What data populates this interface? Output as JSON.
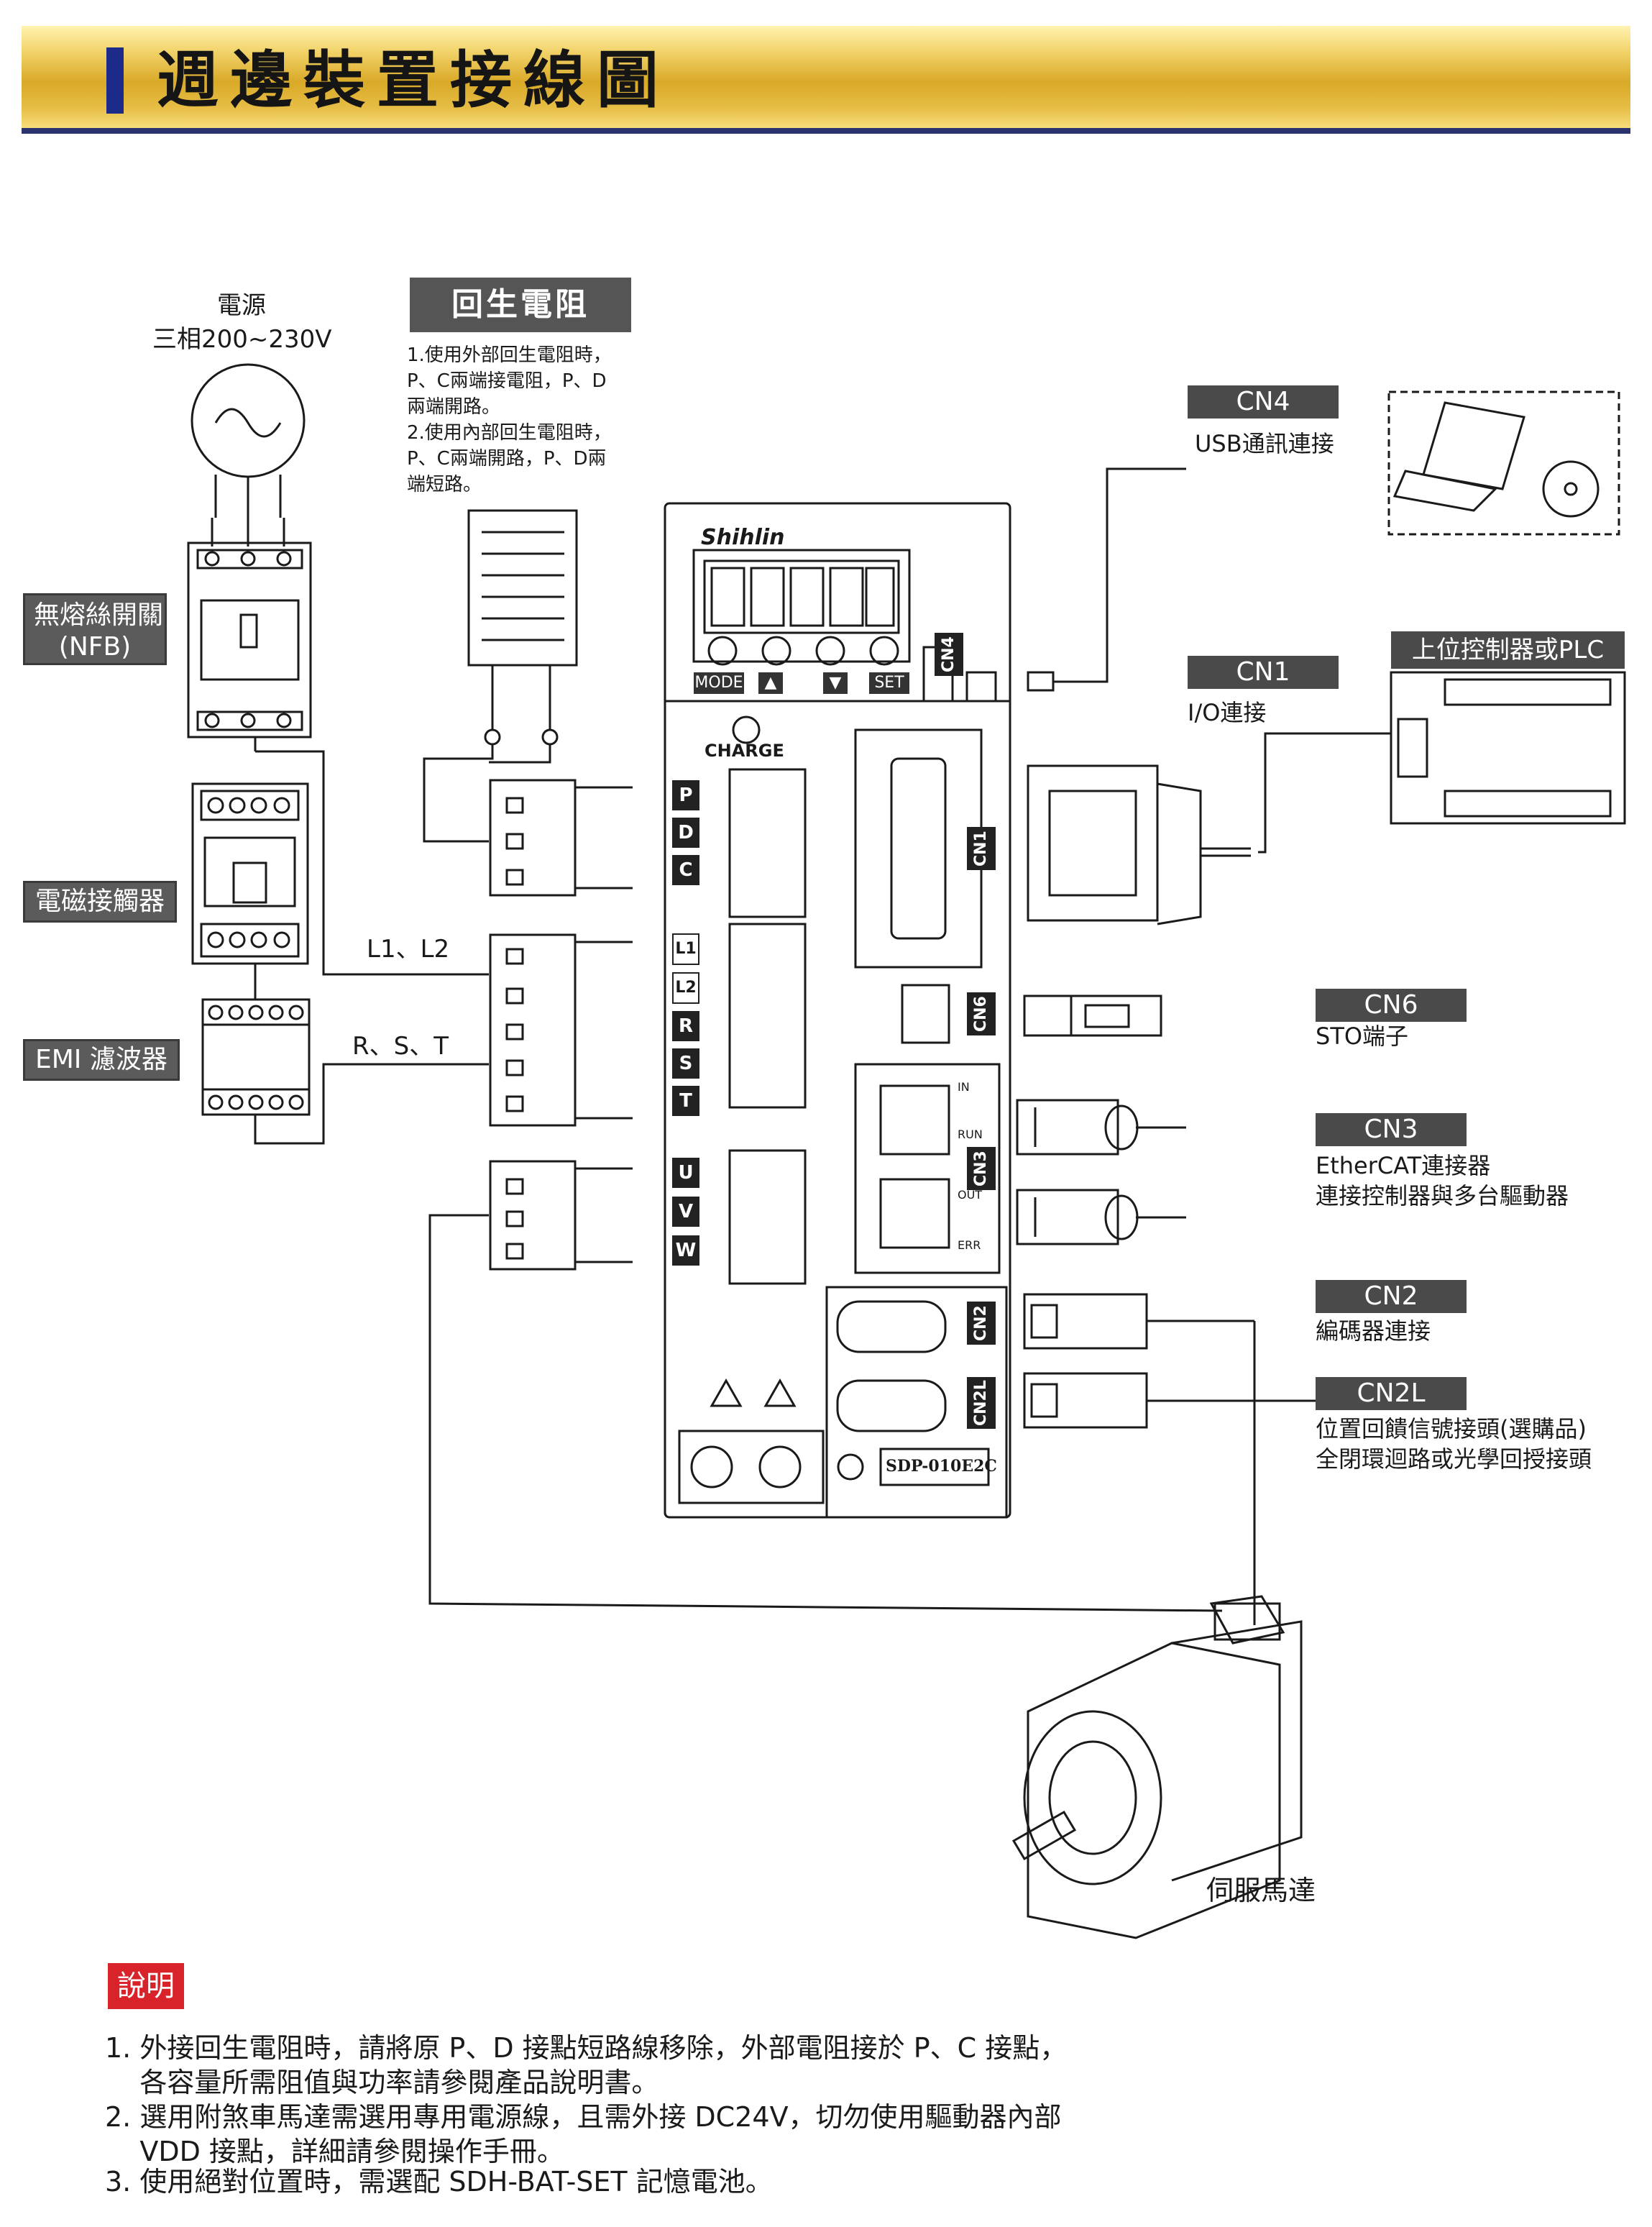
{
  "header": {
    "title": "週邊裝置接線圖"
  },
  "power": {
    "line1": "電源",
    "line2": "三相200~230V"
  },
  "devices": {
    "nfb_line1": "無熔絲開關",
    "nfb_line2": "(NFB)",
    "contactor": "電磁接觸器",
    "emi": "EMI 濾波器"
  },
  "wires": {
    "l1l2": "L1、L2",
    "rst": "R、S、T"
  },
  "regen": {
    "title": "回生電阻",
    "text": "1.使用外部回生電阻時，\nP、C兩端接電阻，P、D\n兩端開路。\n2.使用內部回生電阻時，\nP、C兩端開路，P、D兩\n端短路。"
  },
  "drive": {
    "brand": "Shihlin",
    "charge": "CHARGE",
    "buttons": [
      "MODE",
      "▲",
      "▼",
      "SET"
    ],
    "terminals_top": [
      "P",
      "D",
      "C"
    ],
    "terminals_mid": [
      "L1",
      "L2",
      "R",
      "S",
      "T"
    ],
    "terminals_bot": [
      "U",
      "V",
      "W"
    ],
    "port_labels": [
      "CN4",
      "CN1",
      "CN6",
      "CN3",
      "CN2",
      "CN2L"
    ],
    "leds": [
      "IN",
      "RUN",
      "OUT",
      "ERR"
    ],
    "model": "SDP-010E2C"
  },
  "cn": {
    "cn4": {
      "head": "CN4",
      "desc": "USB通訊連接"
    },
    "cn1": {
      "head": "CN1",
      "desc": "I/O連接"
    },
    "plc": "上位控制器或PLC",
    "cn6": {
      "head": "CN6",
      "desc": "STO端子"
    },
    "cn3": {
      "head": "CN3",
      "desc1": "EtherCAT連接器",
      "desc2": "連接控制器與多台驅動器"
    },
    "cn2": {
      "head": "CN2",
      "desc": "編碼器連接"
    },
    "cn2l": {
      "head": "CN2L",
      "desc1": "位置回饋信號接頭(選購品)",
      "desc2": "全閉環迴路或光學回授接頭"
    }
  },
  "motor": {
    "label": "伺服馬達"
  },
  "notes": {
    "title": "說明",
    "items": [
      "1. 外接回生電阻時，請將原 P、D 接點短路線移除，外部電阻接於 P、C 接點，\n    各容量所需阻值與功率請參閱產品說明書。",
      "2. 選用附煞車馬達需選用專用電源線，且需外接 DC24V，切勿使用驅動器內部\n    VDD 接點，詳細請參閱操作手冊。",
      "3. 使用絕對位置時，需選配 SDH-BAT-SET 記憶電池。"
    ]
  },
  "colors": {
    "banner_gold": "#d9a928",
    "banner_bar": "#1c2a8a",
    "note_red": "#d8232a",
    "label_gray": "#5b5b5b"
  }
}
